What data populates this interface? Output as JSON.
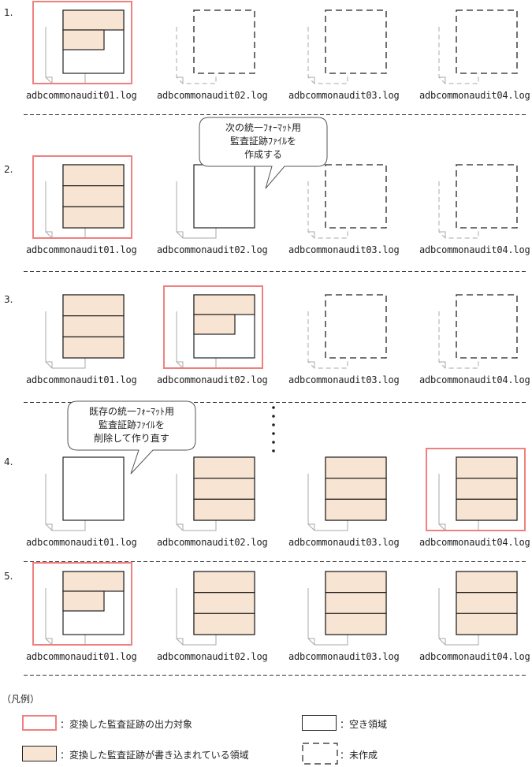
{
  "colors": {
    "highlight": "#f08080",
    "written_fill": "#f8e4d2",
    "border": "#222222",
    "shadow_page": "#a8a8a8",
    "uncreated": "#222222"
  },
  "steps": [
    {
      "label": "1.",
      "files": [
        {
          "name": "adbcommonaudit01.log",
          "state": "writing",
          "fill": "partial",
          "highlight": true
        },
        {
          "name": "adbcommonaudit02.log",
          "state": "uncreated"
        },
        {
          "name": "adbcommonaudit03.log",
          "state": "uncreated"
        },
        {
          "name": "adbcommonaudit04.log",
          "state": "uncreated"
        }
      ]
    },
    {
      "label": "2.",
      "files": [
        {
          "name": "adbcommonaudit01.log",
          "state": "full",
          "highlight": true
        },
        {
          "name": "adbcommonaudit02.log",
          "state": "empty"
        },
        {
          "name": "adbcommonaudit03.log",
          "state": "uncreated"
        },
        {
          "name": "adbcommonaudit04.log",
          "state": "uncreated"
        }
      ]
    },
    {
      "label": "3.",
      "files": [
        {
          "name": "adbcommonaudit01.log",
          "state": "full"
        },
        {
          "name": "adbcommonaudit02.log",
          "state": "writing",
          "highlight": true
        },
        {
          "name": "adbcommonaudit03.log",
          "state": "uncreated"
        },
        {
          "name": "adbcommonaudit04.log",
          "state": "uncreated"
        }
      ]
    },
    {
      "label": "4.",
      "files": [
        {
          "name": "adbcommonaudit01.log",
          "state": "empty"
        },
        {
          "name": "adbcommonaudit02.log",
          "state": "full"
        },
        {
          "name": "adbcommonaudit03.log",
          "state": "full"
        },
        {
          "name": "adbcommonaudit04.log",
          "state": "full",
          "highlight": true
        }
      ]
    },
    {
      "label": "5.",
      "files": [
        {
          "name": "adbcommonaudit01.log",
          "state": "writing",
          "highlight": true
        },
        {
          "name": "adbcommonaudit02.log",
          "state": "full"
        },
        {
          "name": "adbcommonaudit03.log",
          "state": "full"
        },
        {
          "name": "adbcommonaudit04.log",
          "state": "full"
        }
      ]
    }
  ],
  "callouts": {
    "create_next": [
      "次の統一ﾌｫｰﾏｯﾄ用",
      "監査証跡ﾌｧｲﾙを",
      "作成する"
    ],
    "recreate": [
      "既存の統一ﾌｫｰﾏｯﾄ用",
      "監査証跡ﾌｧｲﾙを",
      "削除して作り直す"
    ]
  },
  "legend": {
    "heading": "（凡例）",
    "items": [
      {
        "label": "：変換した監査証跡の出力対象",
        "kind": "highlight"
      },
      {
        "label": "：空き領域",
        "kind": "empty"
      },
      {
        "label": "：変換した監査証跡が書き込まれている領域",
        "kind": "written"
      },
      {
        "label": "：未作成",
        "kind": "uncreated"
      }
    ]
  }
}
